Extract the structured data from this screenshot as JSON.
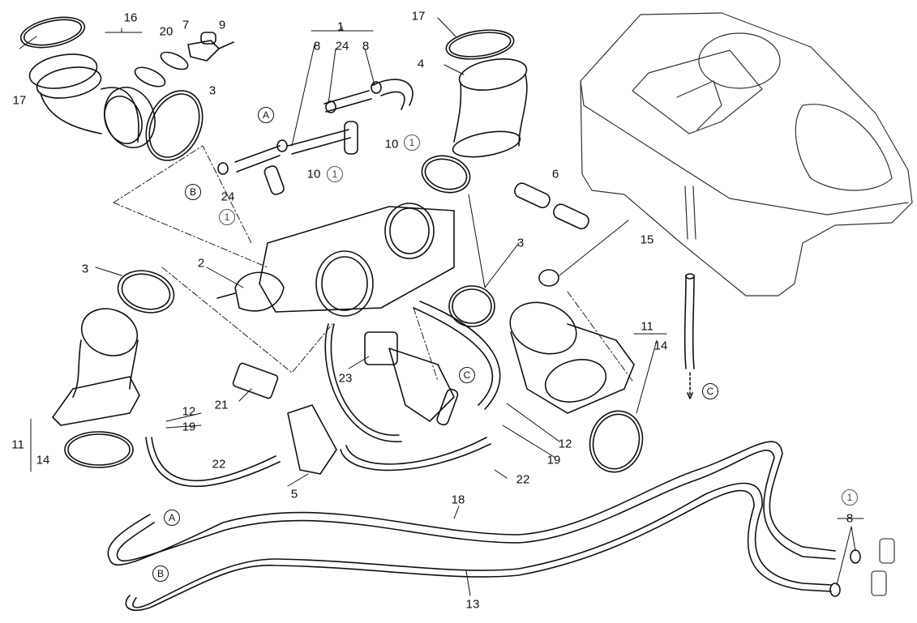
{
  "diagram": {
    "title": "Throttle body / intake assembly exploded view",
    "line_color": "#111111",
    "background": "#ffffff",
    "callouts": [
      {
        "id": "c17a",
        "text": "17"
      },
      {
        "id": "c16",
        "text": "16"
      },
      {
        "id": "c20",
        "text": "20"
      },
      {
        "id": "c7",
        "text": "7"
      },
      {
        "id": "c9",
        "text": "9"
      },
      {
        "id": "c3a",
        "text": "3"
      },
      {
        "id": "c1",
        "text": "1"
      },
      {
        "id": "c8a",
        "text": "8"
      },
      {
        "id": "c24a",
        "text": "24"
      },
      {
        "id": "c8b",
        "text": "8"
      },
      {
        "id": "c17b",
        "text": "17"
      },
      {
        "id": "c4",
        "text": "4"
      },
      {
        "id": "c10a",
        "text": "10"
      },
      {
        "id": "c10b",
        "text": "10"
      },
      {
        "id": "c24b",
        "text": "24"
      },
      {
        "id": "c6",
        "text": "6"
      },
      {
        "id": "c3b",
        "text": "3"
      },
      {
        "id": "c15",
        "text": "15"
      },
      {
        "id": "c3c",
        "text": "3"
      },
      {
        "id": "c2",
        "text": "2"
      },
      {
        "id": "c11a",
        "text": "11"
      },
      {
        "id": "c14a",
        "text": "14"
      },
      {
        "id": "c12a",
        "text": "12"
      },
      {
        "id": "c19a",
        "text": "19"
      },
      {
        "id": "c21",
        "text": "21"
      },
      {
        "id": "c22a",
        "text": "22"
      },
      {
        "id": "c5",
        "text": "5"
      },
      {
        "id": "c23",
        "text": "23"
      },
      {
        "id": "c11b",
        "text": "11"
      },
      {
        "id": "c14b",
        "text": "14"
      },
      {
        "id": "c12b",
        "text": "12"
      },
      {
        "id": "c19b",
        "text": "19"
      },
      {
        "id": "c22b",
        "text": "22"
      },
      {
        "id": "c18",
        "text": "18"
      },
      {
        "id": "c13",
        "text": "13"
      },
      {
        "id": "c8c",
        "text": "8"
      }
    ],
    "connectors": {
      "A": "A",
      "B": "B",
      "C": "C",
      "note_1": "1"
    }
  }
}
